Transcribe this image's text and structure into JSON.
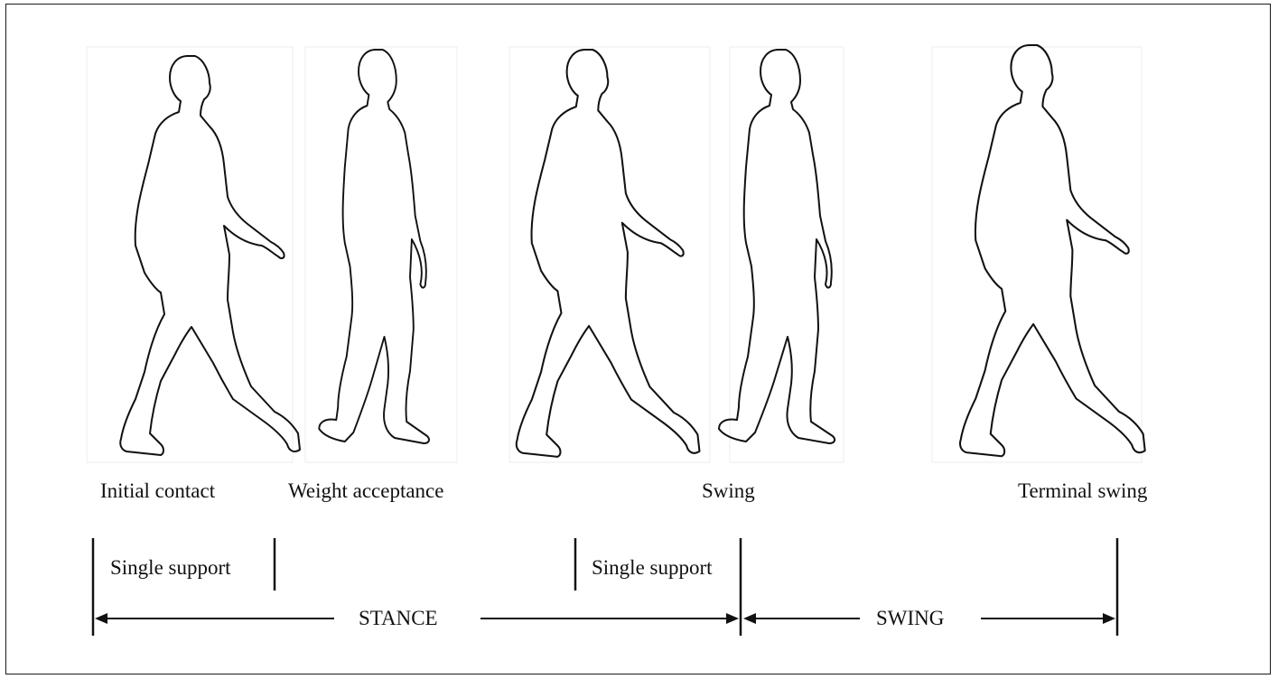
{
  "phase_labels": {
    "initial_contact": "Initial contact",
    "weight_acceptance": "Weight acceptance",
    "swing": "Swing",
    "terminal_swing": "Terminal swing"
  },
  "support_labels": {
    "first": "Single support",
    "second": "Single support"
  },
  "period_labels": {
    "stance": "STANCE",
    "swing": "SWING"
  },
  "figures": [
    {
      "name": "figure-initial-contact",
      "pose": "heel strike, legs apart"
    },
    {
      "name": "figure-weight-acceptance",
      "pose": "loading response"
    },
    {
      "name": "figure-mid-stance",
      "pose": "mid stance, legs apart"
    },
    {
      "name": "figure-swing",
      "pose": "swing, legs crossing"
    },
    {
      "name": "figure-terminal-swing",
      "pose": "terminal swing, legs apart"
    }
  ],
  "colors": {
    "line": "#111111",
    "background": "#ffffff"
  }
}
